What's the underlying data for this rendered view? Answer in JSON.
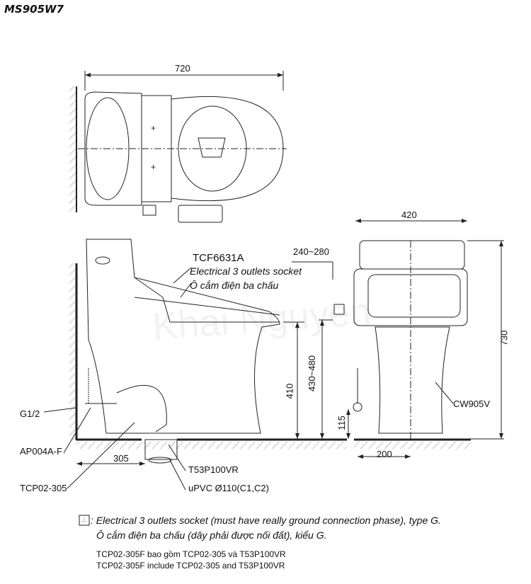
{
  "title": "MS905W7",
  "watermark": "Khai Nguyen",
  "top_view": {
    "width_dim": "720"
  },
  "side_view": {
    "seat_model": "TCF6631A",
    "socket_label_en": "Electrical 3 outlets socket",
    "socket_label_vi": "Ô cắm điện ba chấu",
    "socket_offset_dim": "240~280",
    "seat_height_dim": "410",
    "socket_height_dim": "430~480",
    "rough_in_dim": "305",
    "labels": {
      "inlet": "G1/2",
      "valve": "AP004A-F",
      "flange": "TCP02-305",
      "adapter": "T53P100VR",
      "pipe": "uPVC Ø110(C1,C2)"
    }
  },
  "front_view": {
    "width_dim": "420",
    "height_dim": "730",
    "inlet_height_dim": "115",
    "base_dim": "200",
    "model": "CW905V"
  },
  "notes": {
    "legend_en": ": Electrical 3 outlets socket (must have really ground connection phase), type G.",
    "legend_vi": "Ô cắm điện ba chấu (dây phải được nối đất), kiểu G.",
    "line1": "TCP02-305F bao gồm TCP02-305 và T53P100VR",
    "line2": "TCP02-305F include TCP02-305 and T53P100VR"
  }
}
